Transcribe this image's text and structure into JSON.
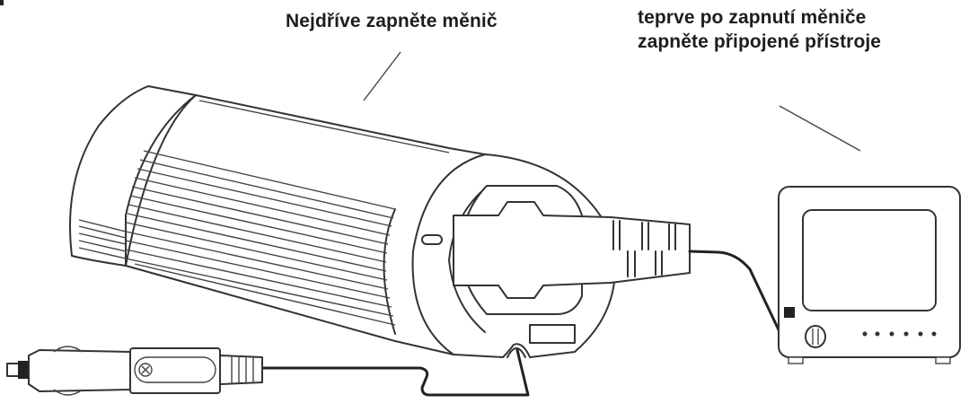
{
  "labels": {
    "inverter_step": "Nejdříve zapněte měnič",
    "devices_step_line1": "teprve po zapnutí měniče",
    "devices_step_line2": "zapněte připojené přístroje"
  },
  "components": {
    "inverter": "power-inverter",
    "car_plug": "cigarette-lighter-plug",
    "device": "tv-monitor",
    "device_buttons_count": 6
  },
  "colors": {
    "ink": "#1e1e1e",
    "background": "#ffffff"
  }
}
